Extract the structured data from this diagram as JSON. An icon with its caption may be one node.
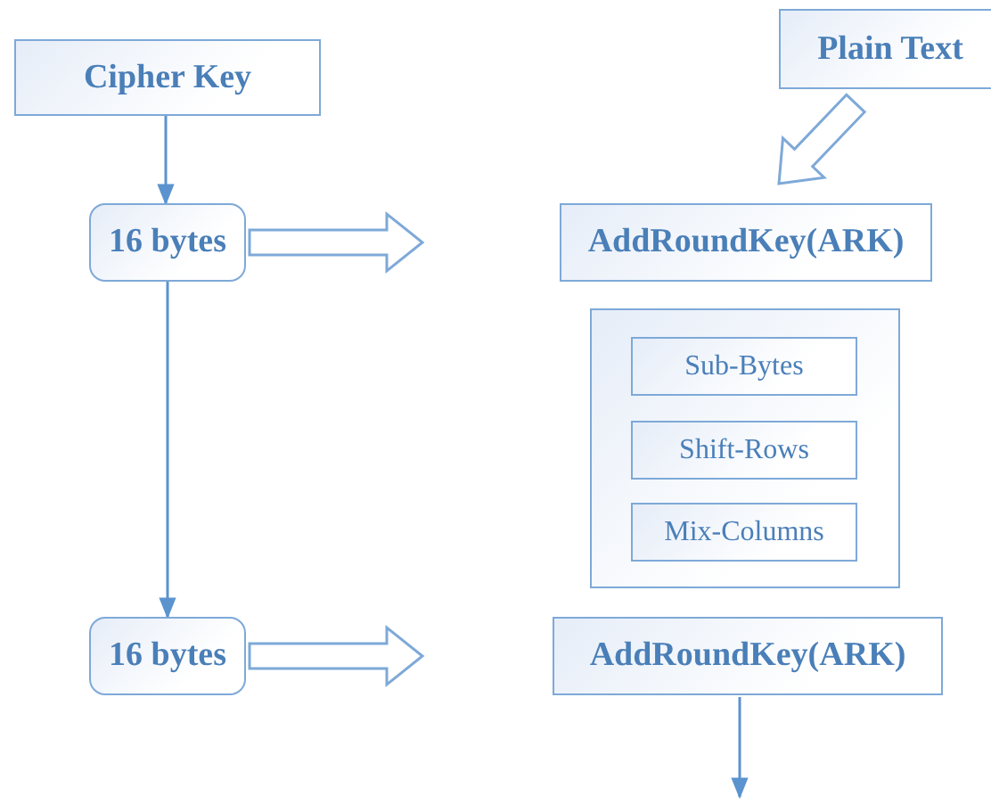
{
  "diagram": {
    "nodes": [
      {
        "text": [
          "Cipher Key"
        ]
      },
      {
        "text": [
          "Plain Text"
        ]
      },
      {
        "text": [
          "16 bytes"
        ]
      },
      {
        "text": [
          "AddRoundKey(ARK)"
        ]
      },
      {
        "text": [],
        "shape": "box"
      },
      {
        "text": [
          "Sub-Bytes"
        ],
        "in": 4
      },
      {
        "text": [
          "Shift-Rows"
        ],
        "in": 4
      },
      {
        "text": [
          "Mix-Columns"
        ],
        "in": 4
      },
      {
        "text": [
          "16 bytes"
        ]
      },
      {
        "text": [
          "AddRoundKey(ARK)"
        ]
      }
    ],
    "edges": [
      {
        "from": 0,
        "to": 2,
        "arrow": "to"
      },
      {
        "from": 2,
        "to": 8,
        "arrow": "to"
      },
      {
        "from": 1,
        "to": 3,
        "arrow": "to",
        "style": "thick"
      },
      {
        "from": 2,
        "to": null,
        "arrow": "to",
        "style": "thick"
      },
      {
        "from": 8,
        "to": null,
        "arrow": "to",
        "style": "thick"
      },
      {
        "from": 9,
        "to": null,
        "arrow": "to"
      }
    ]
  }
}
